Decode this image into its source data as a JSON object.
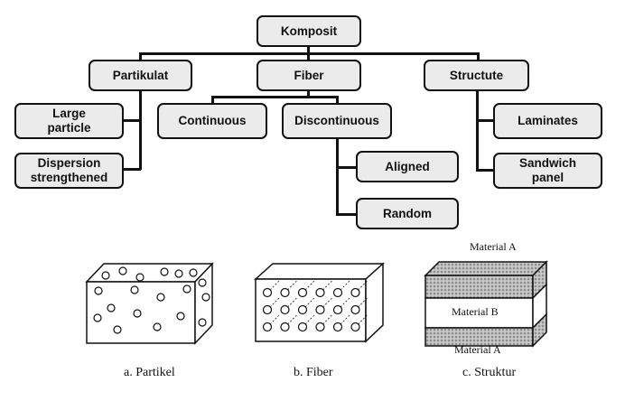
{
  "tree": {
    "root": "Komposit",
    "categories": [
      {
        "label": "Partikulat",
        "children": [
          "Large particle",
          "Dispersion strengthened"
        ]
      },
      {
        "label": "Fiber",
        "children": [
          "Continuous",
          "Discontinuous"
        ]
      },
      {
        "label": "Structute",
        "children": [
          "Laminates",
          "Sandwich panel"
        ]
      }
    ],
    "discontinuous_children": [
      "Aligned",
      "Random"
    ],
    "labels": {
      "large_particle_1": "Large",
      "large_particle_2": "particle",
      "dispersion_1": "Dispersion",
      "dispersion_2": "strengthened",
      "sandwich_1": "Sandwich",
      "sandwich_2": "panel"
    }
  },
  "illustrations": {
    "partikel_caption": "a. Partikel",
    "fiber_caption": "b. Fiber",
    "struktur_caption": "c. Struktur",
    "material_a_top": "Material A",
    "material_b": "Material B",
    "material_a_bottom": "Material A"
  }
}
